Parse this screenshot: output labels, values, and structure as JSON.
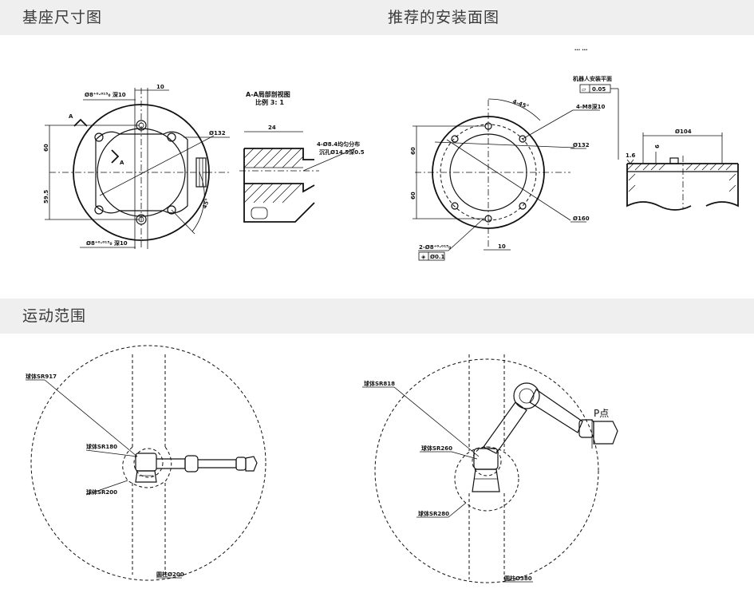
{
  "headers": {
    "base_size": "基座尺寸图",
    "install": "推荐的安装面图",
    "motion": "运动范围"
  },
  "base_drawing": {
    "dim_10": "10",
    "dim_hole_top": "Ø8⁺⁰·⁰¹⁵₀ 深10",
    "dim_hole_bottom": "Ø8⁺⁰·⁰¹⁵₀ 深10",
    "section_mark": "A",
    "dia_132": "Ø132",
    "dim_60": "60",
    "dim_59_5": "59.5",
    "angle_45": "45°",
    "section_title": "A-A局部剖视图",
    "section_scale": "比例 3: 1",
    "dim_24": "24",
    "holes_note": "4-Ø8.4均匀分布",
    "counterbore_note": "沉孔Ø14.5深0.5"
  },
  "install_drawing": {
    "top_note": "…  …",
    "angle_45": "4-45°",
    "flatness_label": "机器人安装平面",
    "flatness_value": "0.05",
    "thread_note": "4-M8深10",
    "dia_132": "Ø132",
    "dia_160": "Ø160",
    "dim_60_top": "60",
    "dim_60_bottom": "60",
    "pin_note": "2-Ø8⁺⁰·⁰¹⁵₀",
    "position_tol": "Ø0.1",
    "dim_10": "10",
    "dia_104": "Ø104",
    "dim_6": "6",
    "dim_1_6": "1.6"
  },
  "motion_left": {
    "sr917": "球体SR917",
    "sr180": "球体SR180",
    "sr200": "球体SR200",
    "cyl200": "圆柱Ø200"
  },
  "motion_right": {
    "sr818": "球体SR818",
    "sr260": "球体SR260",
    "sr280": "球体SR280",
    "cyl380": "圆柱Ø380",
    "p_point": "P点"
  }
}
